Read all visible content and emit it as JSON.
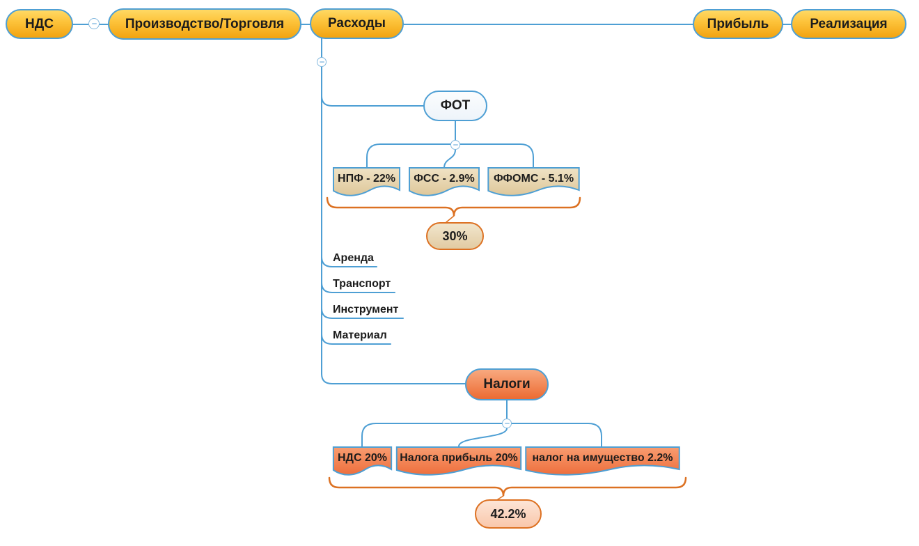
{
  "main_flow": {
    "nodes": [
      {
        "label": "НДС"
      },
      {
        "label": "Производство/Торговля"
      },
      {
        "label": "Расходы"
      },
      {
        "label": "Прибыль"
      },
      {
        "label": "Реализация"
      }
    ]
  },
  "payroll": {
    "label": "ФОТ",
    "contributions": [
      {
        "label": "НПФ - 22%"
      },
      {
        "label": "ФСС - 2.9%"
      },
      {
        "label": "ФФОМС - 5.1%"
      }
    ],
    "total": "30%"
  },
  "expense_items": [
    {
      "label": "Аренда"
    },
    {
      "label": "Транспорт"
    },
    {
      "label": "Инструмент"
    },
    {
      "label": "Материал"
    }
  ],
  "taxes": {
    "label": "Налоги",
    "items": [
      {
        "label": "НДС 20%"
      },
      {
        "label": "Налога прибыль 20%"
      },
      {
        "label": "налог на имущество 2.2%"
      }
    ],
    "total": "42.2%"
  },
  "colors": {
    "connector_blue": "#4E9FD4",
    "brace_orange": "#DC7122",
    "node_gold": "#F6A81C",
    "node_salmon": "#EE6F38",
    "node_tan": "#E5D0A8",
    "node_orange_wavy": "#F2824F",
    "summary_peach": "#FACCAF",
    "fot_fill": "#F5F9FD"
  }
}
